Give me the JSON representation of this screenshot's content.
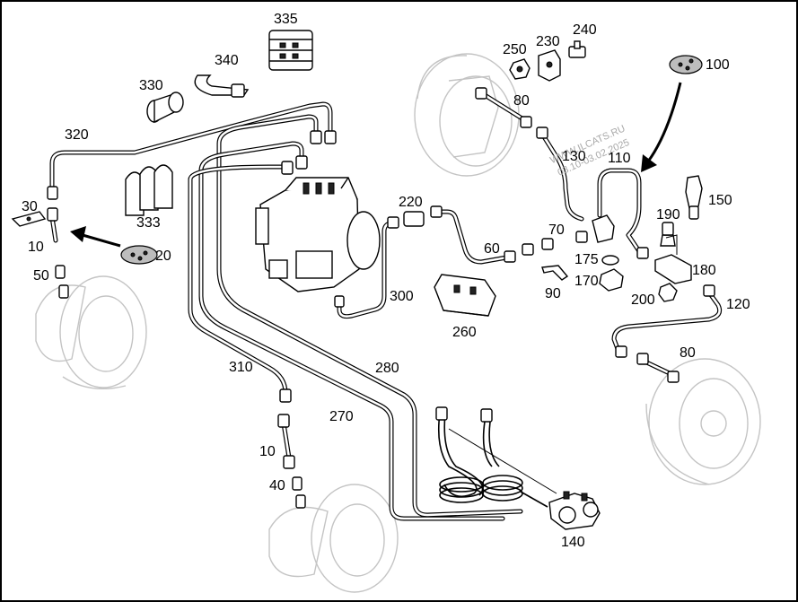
{
  "diagram": {
    "labels": [
      {
        "id": "335",
        "text": "335"
      },
      {
        "id": "340",
        "text": "340"
      },
      {
        "id": "330",
        "text": "330"
      },
      {
        "id": "320",
        "text": "320"
      },
      {
        "id": "333",
        "text": "333"
      },
      {
        "id": "30",
        "text": "30"
      },
      {
        "id": "10a",
        "text": "10"
      },
      {
        "id": "20",
        "text": "20"
      },
      {
        "id": "50",
        "text": "50"
      },
      {
        "id": "220",
        "text": "220"
      },
      {
        "id": "300",
        "text": "300"
      },
      {
        "id": "260",
        "text": "260"
      },
      {
        "id": "250",
        "text": "250"
      },
      {
        "id": "230",
        "text": "230"
      },
      {
        "id": "240",
        "text": "240"
      },
      {
        "id": "100",
        "text": "100"
      },
      {
        "id": "80a",
        "text": "80"
      },
      {
        "id": "130",
        "text": "130"
      },
      {
        "id": "110",
        "text": "110"
      },
      {
        "id": "150",
        "text": "150"
      },
      {
        "id": "190",
        "text": "190"
      },
      {
        "id": "60",
        "text": "60"
      },
      {
        "id": "70",
        "text": "70"
      },
      {
        "id": "175",
        "text": "175"
      },
      {
        "id": "170",
        "text": "170"
      },
      {
        "id": "90",
        "text": "90"
      },
      {
        "id": "180",
        "text": "180"
      },
      {
        "id": "200",
        "text": "200"
      },
      {
        "id": "120",
        "text": "120"
      },
      {
        "id": "80b",
        "text": "80"
      },
      {
        "id": "310",
        "text": "310"
      },
      {
        "id": "280",
        "text": "280"
      },
      {
        "id": "270",
        "text": "270"
      },
      {
        "id": "10b",
        "text": "10"
      },
      {
        "id": "40",
        "text": "40"
      },
      {
        "id": "140",
        "text": "140"
      }
    ],
    "watermark": {
      "line1": "WWW.ILCATS.RU",
      "line2": "03.10-03.02.2025"
    }
  }
}
